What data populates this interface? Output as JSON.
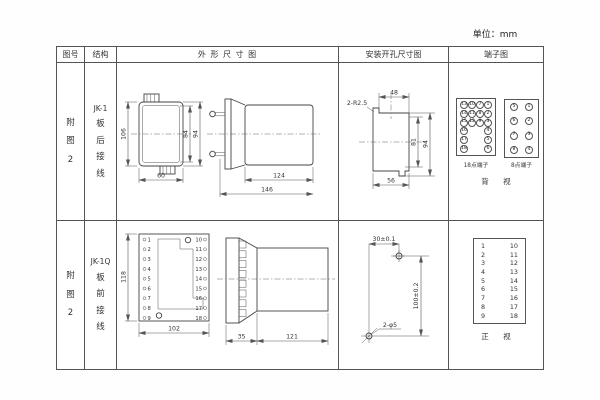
{
  "unit_label": "单位：mm",
  "header": {
    "fig_no": "图号",
    "structure": "结构",
    "outline": "外 形 尺 寸 图",
    "mounting": "安装开孔尺寸图",
    "terminal": "端子图"
  },
  "row1": {
    "fig_no": [
      "附",
      "图",
      "2"
    ],
    "structure_model": "JK-1",
    "structure_chars": [
      "板",
      "后",
      "接",
      "线"
    ],
    "outline": {
      "left_h": "106",
      "inner_h": "84",
      "outer_h": "94",
      "bottom_w": "60",
      "case_d": "124",
      "total_d": "146"
    },
    "mounting": {
      "corner_r": "2-R2.5",
      "top_w": "48",
      "inner_h": "81",
      "outer_h": "94",
      "bottom_w": "56"
    },
    "terminals": {
      "t18": [
        [
          "13",
          "10",
          "7",
          "1"
        ],
        [
          "14",
          "11",
          "8",
          "2"
        ],
        [
          "15",
          "12",
          "9",
          "3"
        ],
        [
          "16",
          "4"
        ],
        [
          "17",
          "5"
        ],
        [
          "18",
          "6"
        ]
      ],
      "t18_label": "18点端子",
      "t8": [
        [
          "5",
          "1"
        ],
        [
          "6",
          "2"
        ],
        [
          "7",
          "3"
        ],
        [
          "8",
          "4"
        ]
      ],
      "t8_label": "8点端子",
      "view_label": "背 视"
    }
  },
  "row2": {
    "fig_no": [
      "附",
      "图",
      "2"
    ],
    "structure_model": "JK-1Q",
    "structure_chars": [
      "板",
      "前",
      "接",
      "线"
    ],
    "outline": {
      "left_h": "118",
      "bottom_w": "102",
      "flange_d": "35",
      "case_d": "121"
    },
    "left_terms": [
      "1",
      "2",
      "3",
      "4",
      "5",
      "6",
      "7",
      "8",
      "9"
    ],
    "right_terms": [
      "10",
      "11",
      "12",
      "13",
      "14",
      "15",
      "16",
      "17",
      "18"
    ],
    "mounting": {
      "hole_dx": "30±0.1",
      "hole_dy": "100±0.2",
      "hole_label": "2-φ5"
    },
    "view_label": "正 视"
  }
}
